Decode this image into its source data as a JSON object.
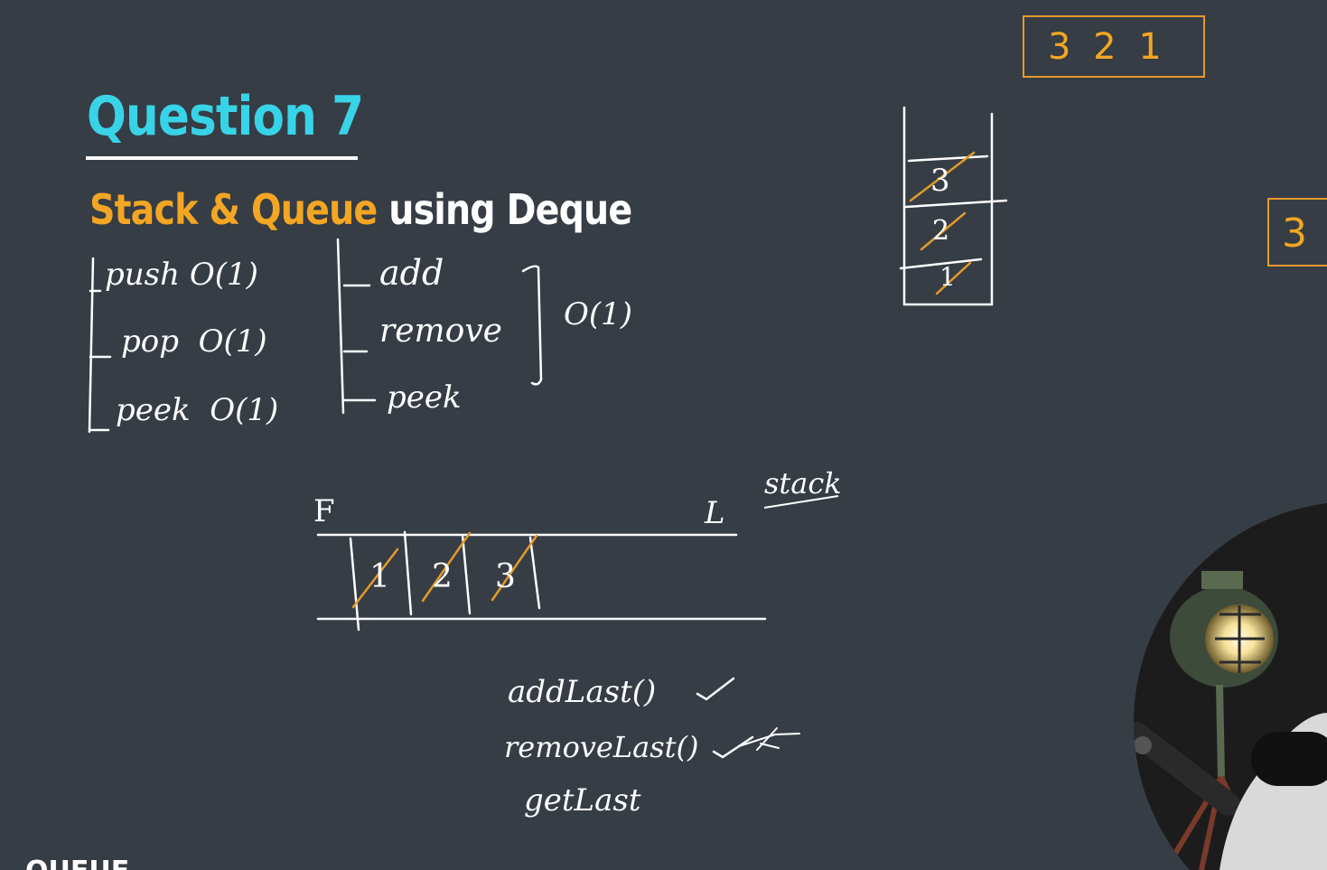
{
  "slide": {
    "title": "Question 7",
    "subtitle_part1": "Stack & Queue",
    "subtitle_part2": "using Deque",
    "cut_off_label": "QUEUE"
  },
  "stack_ops": [
    {
      "name": "push",
      "cost": "O(1)"
    },
    {
      "name": "pop",
      "cost": "O(1)"
    },
    {
      "name": "peek",
      "cost": "O(1)"
    }
  ],
  "queue_ops": {
    "items": [
      "add",
      "remove",
      "peek"
    ],
    "cost": "O(1)"
  },
  "deque_diagram": {
    "front_label": "F",
    "last_label": "L",
    "stack_label": "stack",
    "cells": [
      "1",
      "2",
      "3"
    ]
  },
  "methods": [
    {
      "text": "addLast()",
      "mark": "✓"
    },
    {
      "text": "removeLast()",
      "mark": "✓"
    },
    {
      "text": "getLast",
      "mark": ""
    }
  ],
  "stack_drawing": {
    "cells": [
      "3",
      "2",
      "1"
    ]
  },
  "output_box": "3 2 1",
  "edge_box": "3",
  "colors": {
    "background": "#363d45",
    "title": "#39d3e8",
    "accent": "#f3a623",
    "ink": "#ffffff"
  }
}
